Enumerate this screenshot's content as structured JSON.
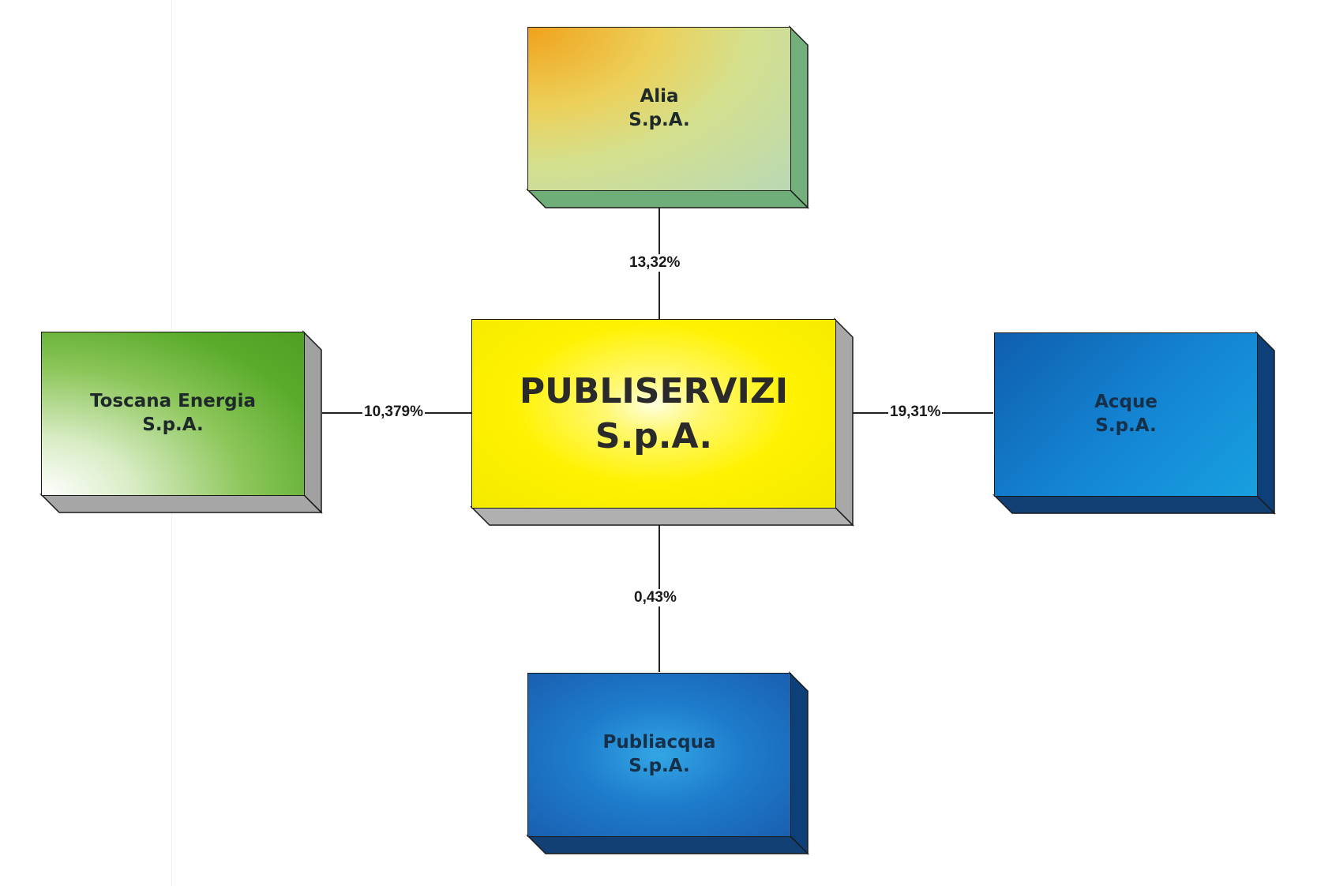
{
  "diagram": {
    "center": {
      "line1": "PUBLISERVIZI",
      "line2": "S.p.A."
    },
    "companies": {
      "alia": {
        "line1": "Alia",
        "line2": "S.p.A.",
        "share": "13,32%",
        "share_value": 13.32
      },
      "toscana": {
        "line1": "Toscana Energia",
        "line2": "S.p.A.",
        "share": "10,379%",
        "share_value": 10.379
      },
      "acque": {
        "line1": "Acque",
        "line2": "S.p.A.",
        "share": "19,31%",
        "share_value": 19.31
      },
      "publiacqua": {
        "line1": "Publiacqua",
        "line2": "S.p.A.",
        "share": "0,43%",
        "share_value": 0.43
      }
    },
    "colors": {
      "center_face": "#fff200",
      "center_side": "#a8a8a8",
      "alia_face_start": "#f0a21c",
      "alia_face_end": "#b9d8b4",
      "alia_side": "#74b07c",
      "toscana_face": "#5aab2c",
      "toscana_side": "#a0a0a0",
      "acque_face": "#1486d4",
      "acque_side": "#0d3f78",
      "publiacqua_face": "#1c66b8",
      "publiacqua_side": "#0d3f78"
    }
  }
}
